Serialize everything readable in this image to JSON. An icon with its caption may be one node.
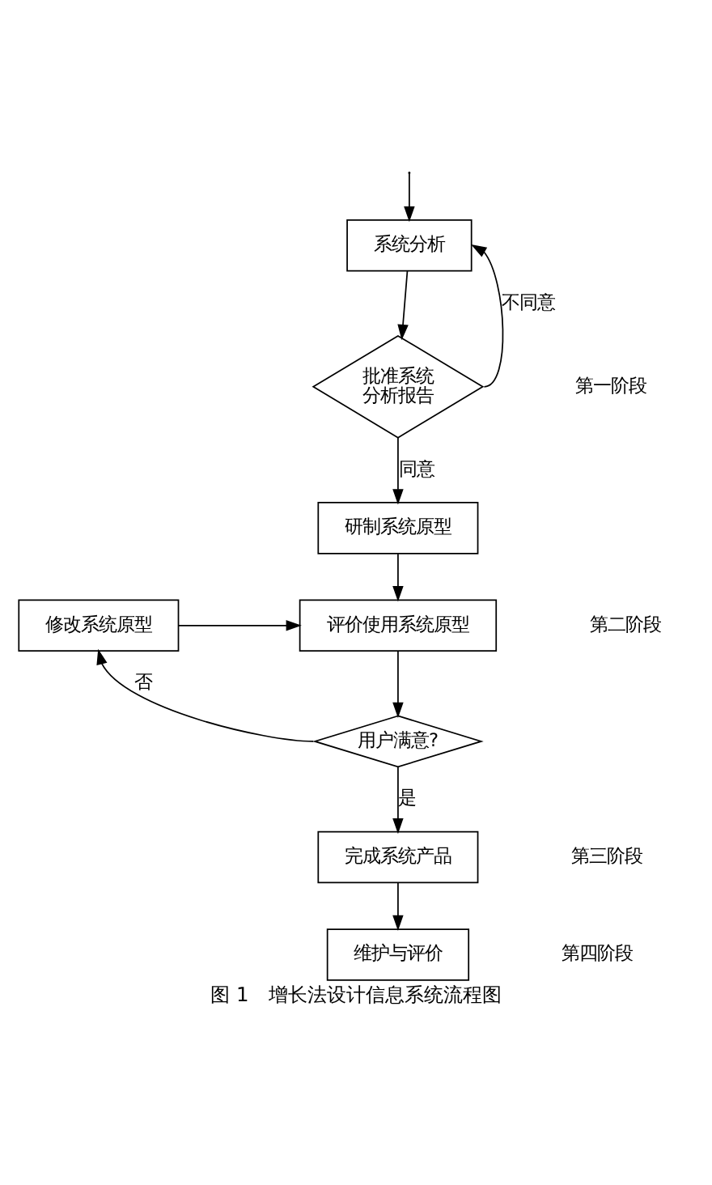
{
  "diagram": {
    "caption": "图 1　增长法设计信息系统流程图",
    "nodes": [
      {
        "text": [
          "系统分析"
        ]
      },
      {
        "text": [
          "批准系统分析报告"
        ]
      },
      {
        "text": [
          "研制系统原型"
        ]
      },
      {
        "text": [
          "评价使用系统原型"
        ]
      },
      {
        "text": [
          "修改系统原型"
        ]
      },
      {
        "text": [
          "用户满意?"
        ]
      },
      {
        "text": [
          "完成系统产品"
        ]
      },
      {
        "text": [
          "维护与评价"
        ]
      }
    ],
    "edges": [
      {
        "from": null,
        "to": 0,
        "arrow": "to"
      },
      {
        "from": 0,
        "to": 1,
        "arrow": "to"
      },
      {
        "from": 1,
        "to": 0,
        "arrow": "to",
        "label": "不同意"
      },
      {
        "from": 1,
        "to": 2,
        "arrow": "to",
        "label": "同意"
      },
      {
        "from": 2,
        "to": 3,
        "arrow": "to"
      },
      {
        "from": 3,
        "to": 5,
        "arrow": "to"
      },
      {
        "from": 5,
        "to": 4,
        "arrow": "to",
        "label": "否"
      },
      {
        "from": 4,
        "to": 3,
        "arrow": "to"
      },
      {
        "from": 5,
        "to": 6,
        "arrow": "to",
        "label": "是"
      },
      {
        "from": 6,
        "to": 7,
        "arrow": "to"
      }
    ],
    "labels": [
      "第一阶段",
      "第二阶段",
      "第三阶段",
      "第四阶段"
    ]
  }
}
